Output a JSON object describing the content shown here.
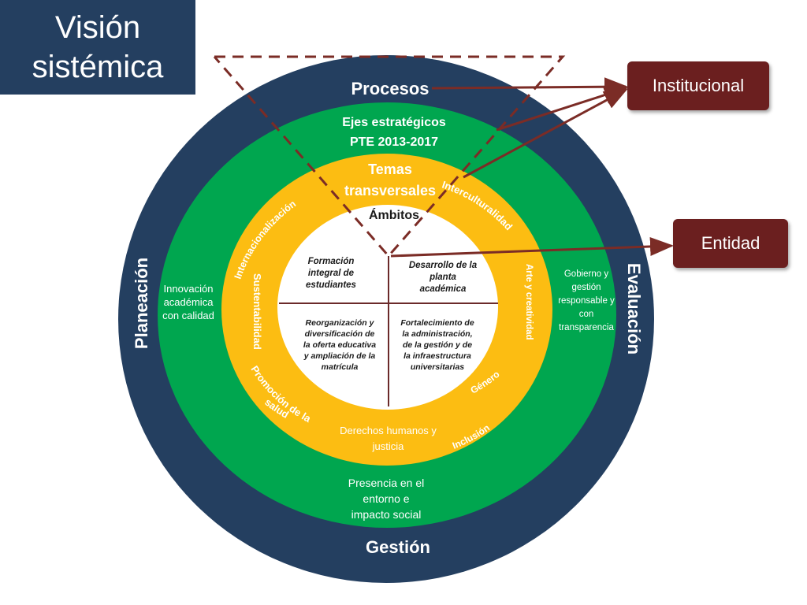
{
  "title": {
    "line1": "Visión",
    "line2": "sistémica"
  },
  "callouts": {
    "institucional": "Institucional",
    "entidad": "Entidad"
  },
  "outer_ring": {
    "top": "Procesos",
    "bottom": "Gestión",
    "left": "Planeación",
    "right": "Evaluación"
  },
  "green_ring": {
    "top_line1": "Ejes estratégicos",
    "top_line2": "PTE 2013-2017",
    "left": [
      "Innovación",
      "académica",
      "con calidad"
    ],
    "right": [
      "Gobierno y",
      "gestión",
      "responsable y",
      "con",
      "transparencia"
    ],
    "bottom": [
      "Presencia en el",
      "entorno e",
      "impacto social"
    ]
  },
  "gold_ring": {
    "title_line1": "Temas",
    "title_line2": "transversales",
    "topics": {
      "internacionalizacion": "Internacionalización",
      "interculturalidad": "Interculturalidad",
      "sustentabilidad": "Sustentabilidad",
      "arte": "Arte y creatividad",
      "promocion_1": "Promoción de la",
      "promocion_2": "salud",
      "genero": "Género",
      "inclusion": "Inclusión",
      "derechos_1": "Derechos humanos y",
      "derechos_2": "justicia"
    }
  },
  "center": {
    "title": "Ámbitos",
    "q1": [
      "Formación",
      "integral de",
      "estudiantes"
    ],
    "q2": [
      "Desarrollo de la",
      "planta",
      "académica"
    ],
    "q3": [
      "Reorganización y",
      "diversificación de",
      "la oferta educativa",
      "y ampliación de la",
      "matrícula"
    ],
    "q4": [
      "Fortalecimiento de",
      "la administración,",
      "de la gestión y de",
      "la infraestructura",
      "universitarias"
    ]
  },
  "colors": {
    "navy": "#243f60",
    "green": "#00a64f",
    "gold": "#fcbd12",
    "maroon": "#6b1f1f",
    "dash": "#7b2c26"
  }
}
